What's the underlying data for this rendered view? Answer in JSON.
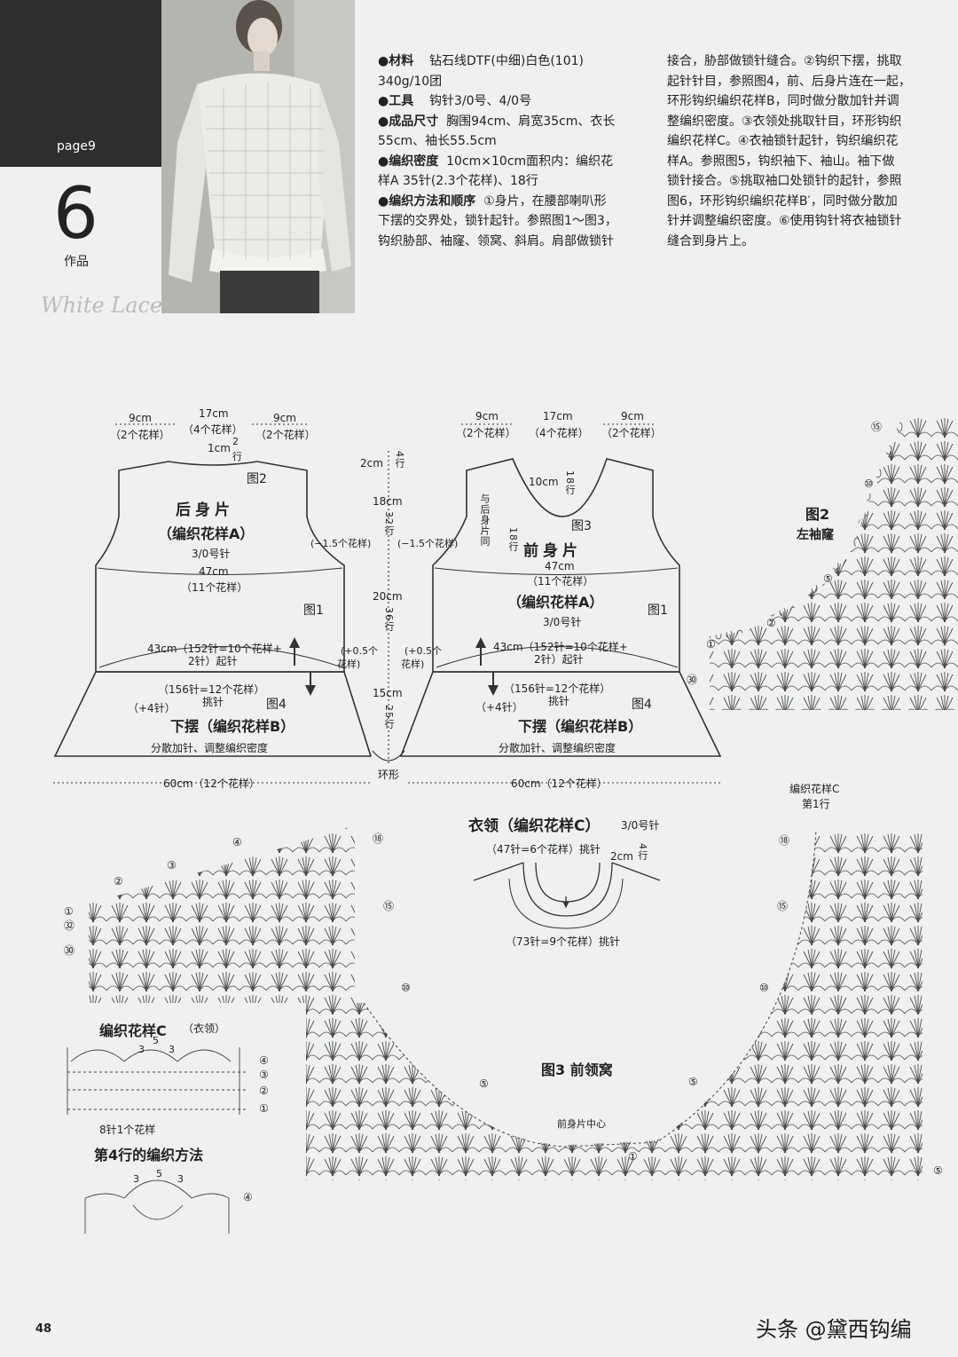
{
  "header": {
    "page_label": "page9",
    "item_number": "6",
    "item_label": "作品",
    "brand": "White Lace"
  },
  "materials": {
    "l1": {
      "label": "●材料",
      "text": "钻石线DTF(中细)白色(101)"
    },
    "l2": {
      "text": "340g/10团"
    },
    "l3": {
      "label": "●工具",
      "text": "钩针3/0号、4/0号"
    },
    "l4": {
      "label": "●成品尺寸",
      "text": "胸围94cm、肩宽35cm、衣长"
    },
    "l5": {
      "text": "55cm、袖长55.5cm"
    },
    "l6": {
      "label": "●编织密度",
      "text": "10cm×10cm面积内：编织花"
    },
    "l7": {
      "text": "样A 35针(2.3个花样)、18行"
    },
    "l8": {
      "label": "●编织方法和顺序",
      "text": "①身片，在腰部喇叭形"
    },
    "l9": {
      "text": "下摆的交界处，锁针起针。参照图1～图3，"
    },
    "l10": {
      "text": "钩织胁部、袖窿、领窝、斜肩。肩部做锁针"
    }
  },
  "instructions": [
    "接合，胁部做锁针缝合。②钩织下摆，挑取",
    "起针针目，参照图4，前、后身片连在一起，",
    "环形钩织编织花样B，同时做分散加针并调",
    "整编织密度。③衣领处挑取针目，环形钩织",
    "编织花样C。④衣袖锁针起针，钩织编织花",
    "样A。参照图5，钩织袖下、袖山。袖下做",
    "锁针接合。⑤挑取袖口处锁针的起针，参照",
    "图6，环形钩织编织花样B′，同时做分散加",
    "针并调整编织密度。⑥使用钩针将衣袖锁针",
    "缝合到身片上。"
  ],
  "back": {
    "top": {
      "a": "9cm",
      "b": "（2个花样）",
      "c": "17cm",
      "d": "（4个花样）",
      "e": "9cm",
      "f": "（2个花样）"
    },
    "neck1": "1cm",
    "neck2": "2",
    "neck3": "行",
    "fig2": "图2",
    "title": "后身片",
    "sub": "（编织花样A）",
    "needle": "3/0号针",
    "width": "47cm",
    "width2": "（11个花样）",
    "fig1": "图1",
    "cast1": "43cm（152针=10个花样+",
    "cast2": "2针）起针",
    "armhole": "(−1.5个花样)",
    "side": "(+0.5个",
    "side2": "花样)",
    "pick1": "（156针=12个花样）",
    "pick2": "挑针",
    "inc": "（+4针）",
    "fig4": "图4",
    "hem": "下摆（编织花样B）",
    "note": "分散加针、调整编织密度"
  },
  "front": {
    "top": {
      "a": "9cm",
      "b": "（2个花样）",
      "c": "17cm",
      "d": "（4个花样）",
      "e": "9cm",
      "f": "（2个花样）"
    },
    "neck": "10cm",
    "neckrows": "18行",
    "same": "与后身片同",
    "rows18": "18行",
    "fig3": "图3",
    "title": "前身片",
    "width": "47cm",
    "width2": "（11个花样）",
    "sub": "（编织花样A）",
    "needle": "3/0号针",
    "fig1": "图1",
    "cast1": "43cm（152针=10个花样+",
    "cast2": "2针）起针",
    "armhole": "(−1.5个花样)",
    "side": "(+0.5个",
    "side2": "花样)",
    "pick1": "（156针=12个花样）",
    "pick2": "挑针",
    "inc": "（+4针）",
    "fig4": "图4",
    "hem": "下摆（编织花样B）",
    "note": "分散加针、调整编织密度"
  },
  "center": {
    "r1a": "2cm",
    "r1b": "4行",
    "r2a": "18cm",
    "r2b": "32行",
    "r3a": "20cm",
    "r3b": "36行",
    "r4a": "15cm",
    "r4b": "25行",
    "ring": "环形"
  },
  "bottom": {
    "left": "60cm（12个花样）",
    "right": "60cm（12个花样）"
  },
  "sleeve": {
    "fig": "图2",
    "title": "左袖窿",
    "n15": "⑮",
    "n10": "⑩",
    "n5": "⑤",
    "n2": "②",
    "n1": "①",
    "n30": "㉚"
  },
  "collar": {
    "title": "衣领（编织花样C）",
    "needle": "3/0号针",
    "pick_top": "（47针=6个花样）挑针",
    "h": "2cm",
    "rows": "4行",
    "pick_bottom": "（73针=9个花样）挑针"
  },
  "left_chart": {
    "n4": "④",
    "n3": "③",
    "n2": "②",
    "n1": "①",
    "n32": "㉜",
    "n30": "㉚",
    "n18": "⑱",
    "n15": "⑮",
    "n10": "⑩",
    "n5": "⑤"
  },
  "pattern_c": {
    "title": "编织花样C",
    "sub": "（衣领）",
    "n5": "5",
    "n3a": "3",
    "n3b": "3",
    "r4": "④",
    "r3": "③",
    "r2": "②",
    "r1": "①",
    "repeat": "8针1个花样"
  },
  "row4": {
    "title": "第4行的编织方法",
    "n3a": "3",
    "n5": "5",
    "n3b": "3",
    "r4": "④"
  },
  "fig3": {
    "title": "图3  前领窝",
    "center": "前身片中心",
    "r1": "①",
    "r5": "⑤",
    "r5b": "⑤",
    "r10": "⑩"
  },
  "right_top": {
    "label1": "编织花样C",
    "label2": "第1行",
    "r18": "⑱",
    "r15": "⑮",
    "r10": "⑩",
    "r5": "⑤"
  },
  "footer": {
    "page": "48",
    "watermark": "头条 @黛西钩编"
  }
}
